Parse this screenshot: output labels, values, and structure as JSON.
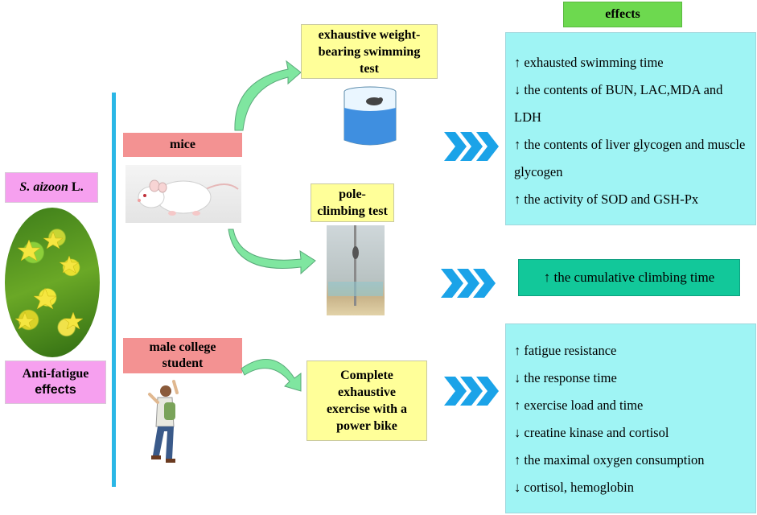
{
  "plant": {
    "name_italic": "S. aizoon",
    "name_suffix": " L.",
    "effect_line1": "Anti-fatigue",
    "effect_line2": "effects"
  },
  "header": {
    "effects": "effects"
  },
  "subjects": {
    "mice": "mice",
    "student": "male college student"
  },
  "tests": {
    "swimming": "exhaustive weight-bearing swimming test",
    "climbing": "pole-climbing test",
    "bike": "Complete exhaustive exercise with a power bike"
  },
  "effects_swimming": [
    "↑ exhausted swimming time",
    "↓ the contents of BUN, LAC,MDA and LDH",
    "↑ the contents of liver glycogen and muscle glycogen",
    "↑ the activity of SOD and GSH-Px"
  ],
  "effects_climbing": "↑ the cumulative climbing time",
  "effects_bike": [
    "↑ fatigue resistance",
    "↓ the response time",
    "↑ exercise load and time",
    "↓ creatine kinase and cortisol",
    "↑ the maximal oxygen consumption",
    "↓ cortisol, hemoglobin"
  ],
  "colors": {
    "pink_label": "#f6a0ef",
    "salmon_label": "#f39292",
    "yellow_box": "#ffff99",
    "cyan_box": "#9ff4f4",
    "teal_box": "#12c89a",
    "green_header": "#6dd94f",
    "vertical_line": "#2ab7e6",
    "chevrons": "#1ba3e8",
    "arrow_fill": "#7fe6a0"
  }
}
